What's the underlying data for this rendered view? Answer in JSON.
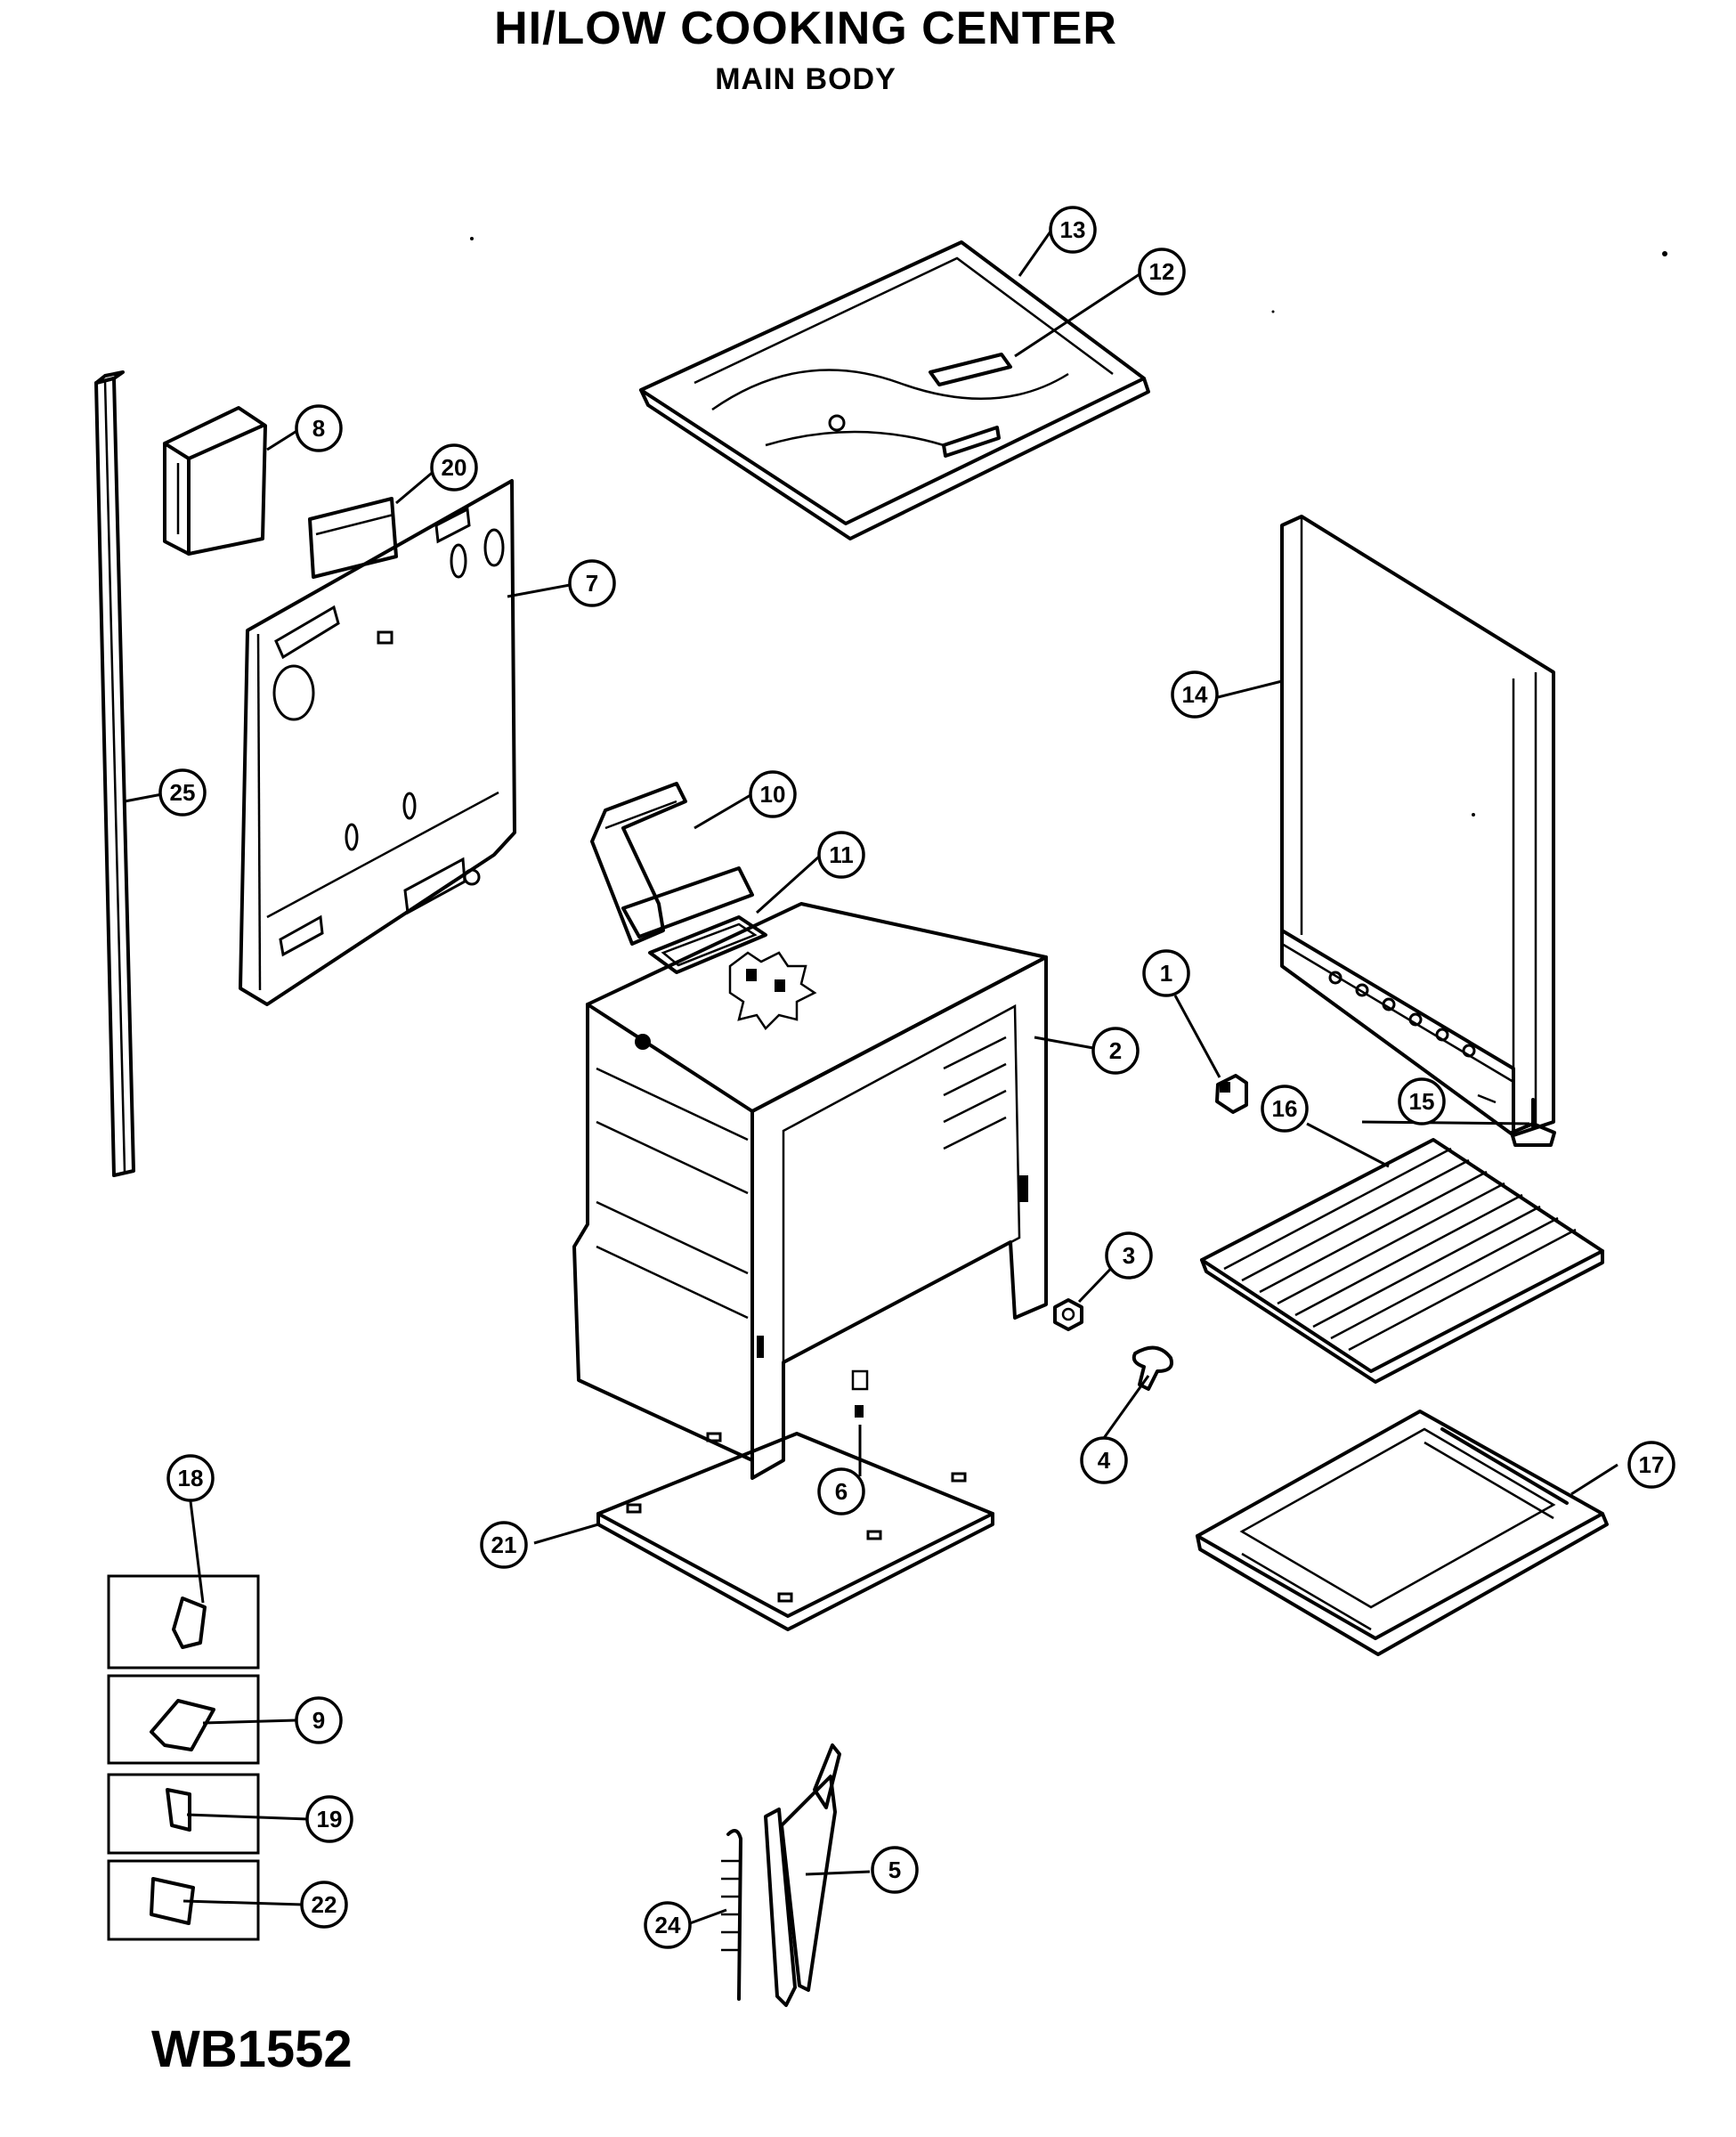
{
  "header": {
    "title": "HI/LOW COOKING CENTER",
    "subtitle": "MAIN BODY"
  },
  "footer": {
    "model": "WB1552"
  },
  "callouts": {
    "c1": "1",
    "c2": "2",
    "c3": "3",
    "c4": "4",
    "c5": "5",
    "c6": "6",
    "c7": "7",
    "c8": "8",
    "c9": "9",
    "c10": "10",
    "c11": "11",
    "c12": "12",
    "c13": "13",
    "c14": "14",
    "c15": "15",
    "c16": "16",
    "c17": "17",
    "c18": "18",
    "c19": "19",
    "c20": "20",
    "c21": "21",
    "c22": "22",
    "c24": "24",
    "c25": "25"
  }
}
